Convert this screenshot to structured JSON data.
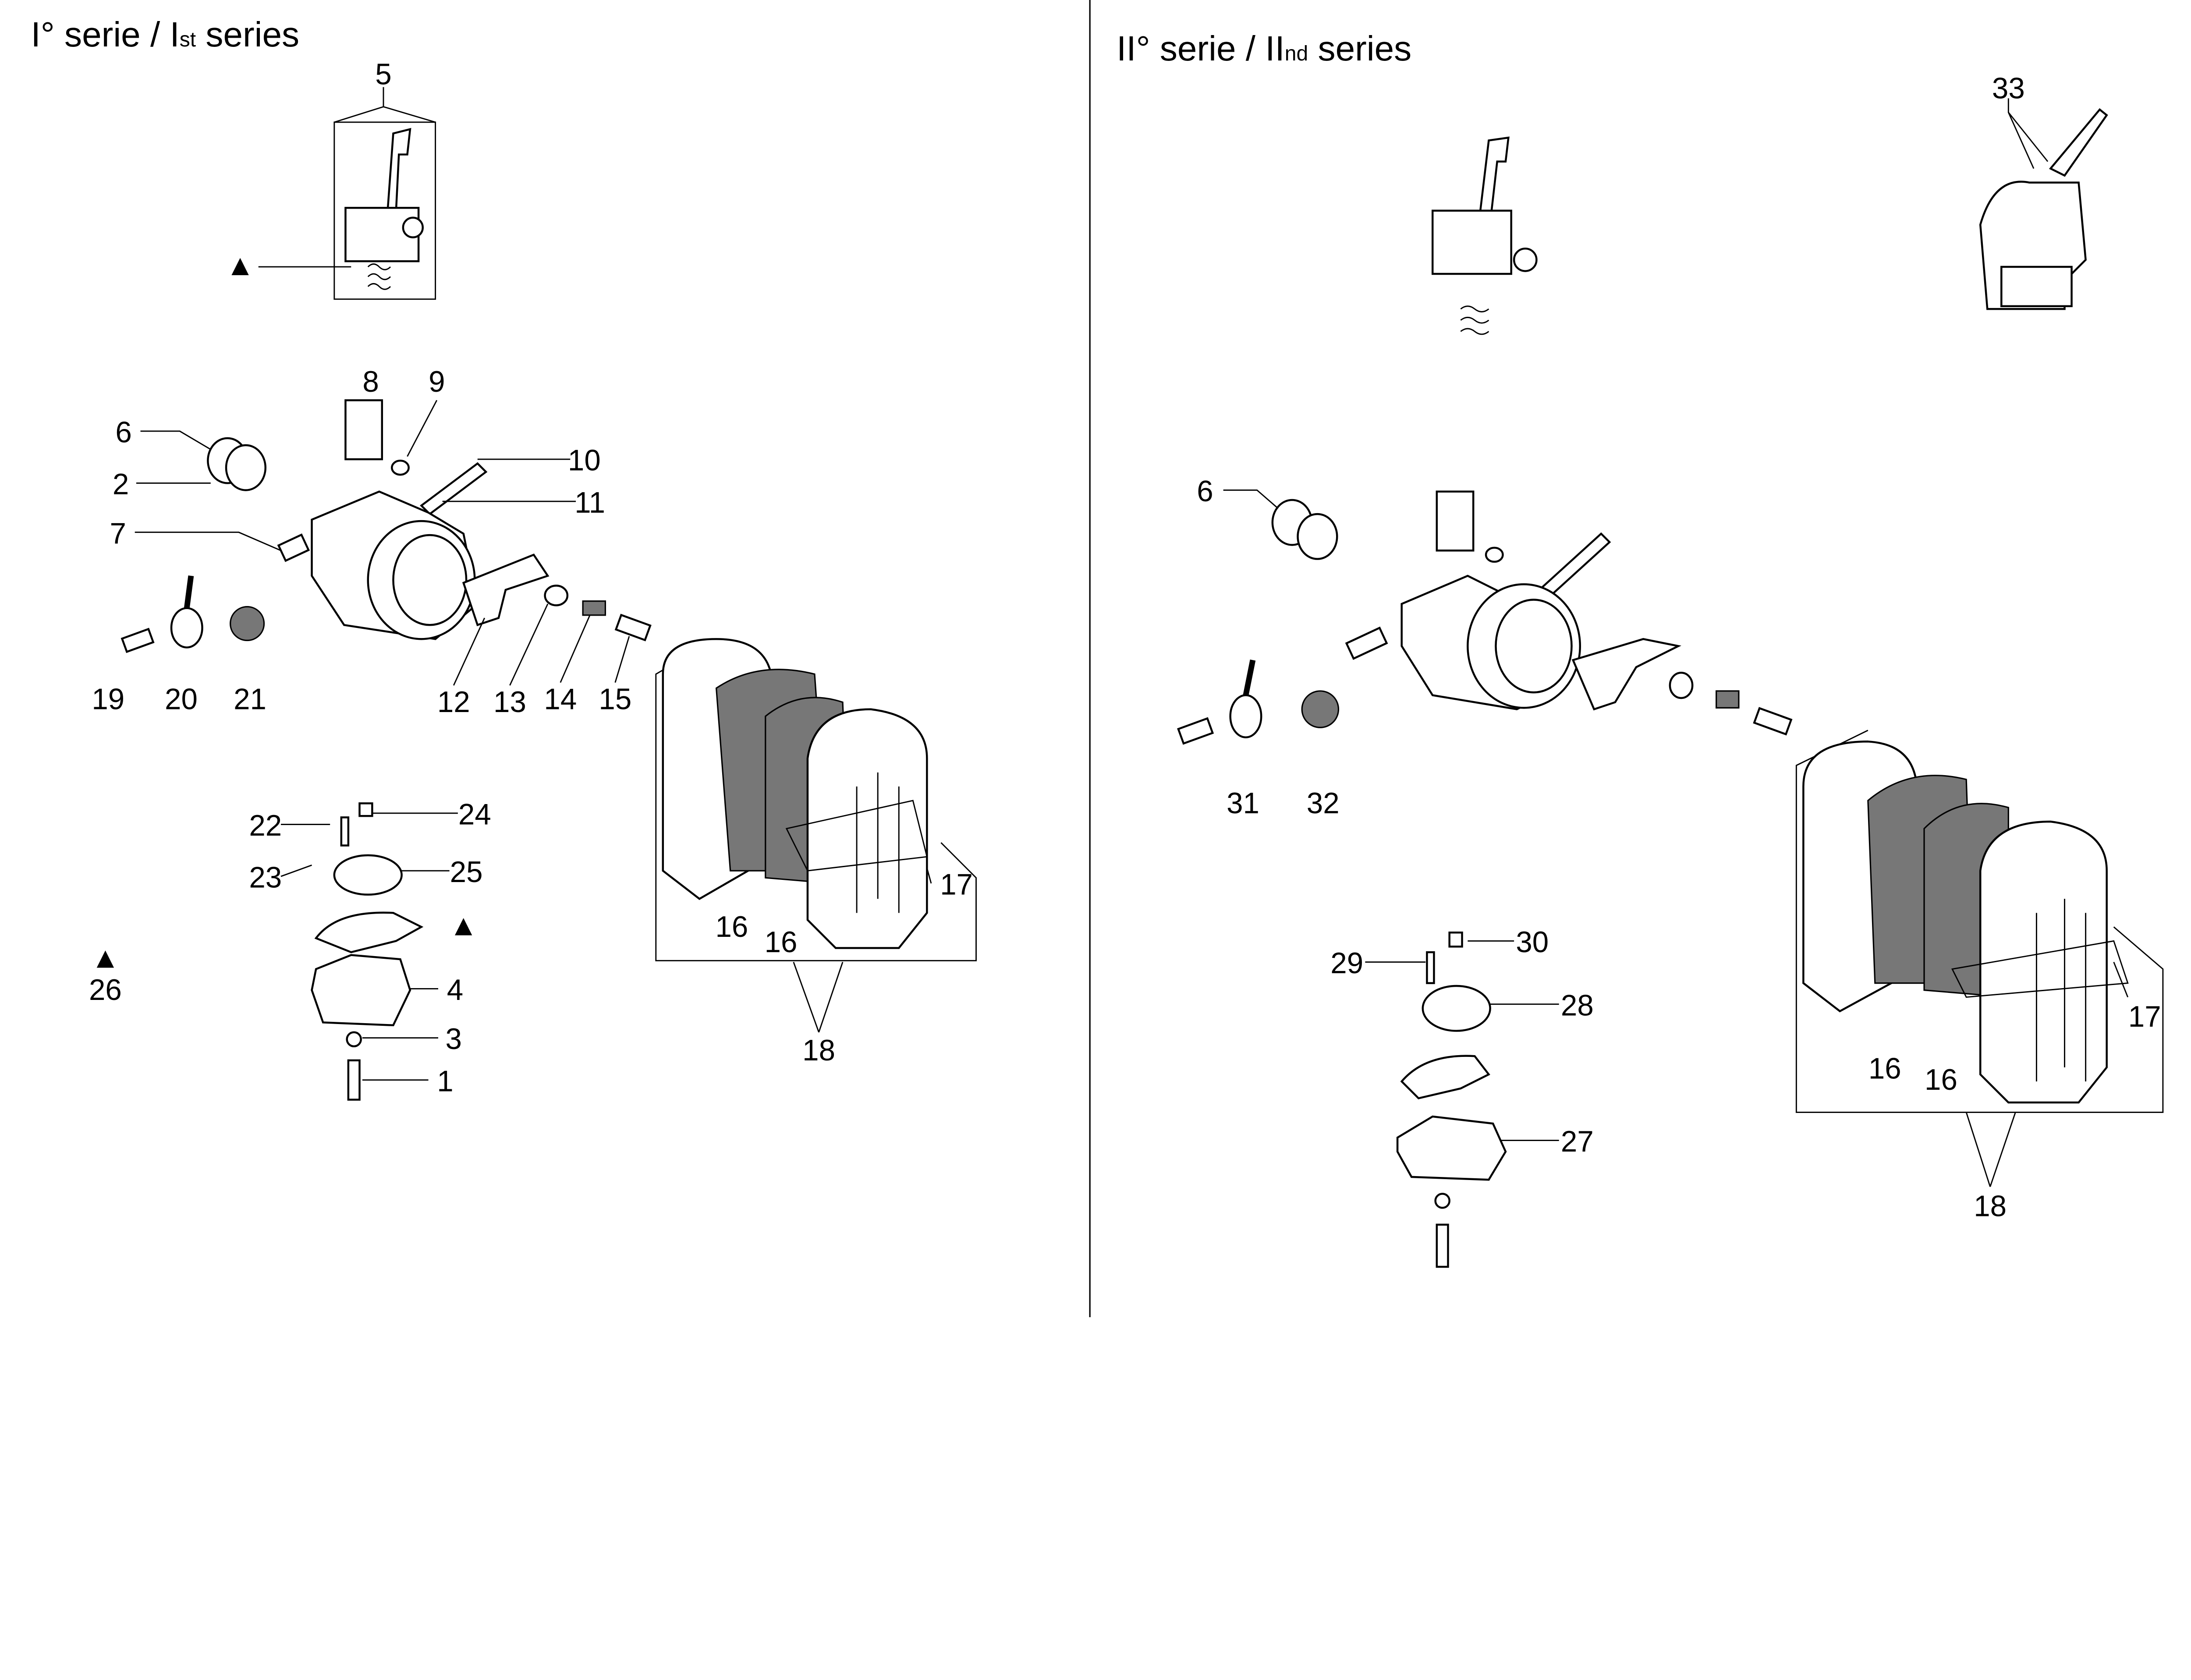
{
  "series1": {
    "title_a": "I° serie / I",
    "title_sup": "st",
    "title_b": " series",
    "labels": [
      "5",
      "6",
      "2",
      "7",
      "8",
      "9",
      "10",
      "11",
      "19",
      "20",
      "21",
      "12",
      "13",
      "14",
      "15",
      "24",
      "22",
      "23",
      "25",
      "26",
      "4",
      "3",
      "1",
      "17",
      "16",
      "16",
      "18"
    ]
  },
  "series2": {
    "title_a": "II° serie / II",
    "title_sup": "nd",
    "title_b": " series",
    "labels": [
      "33",
      "6",
      "31",
      "32",
      "30",
      "29",
      "28",
      "27",
      "16",
      "16",
      "17",
      "18"
    ]
  },
  "marker_symbol": "▲"
}
